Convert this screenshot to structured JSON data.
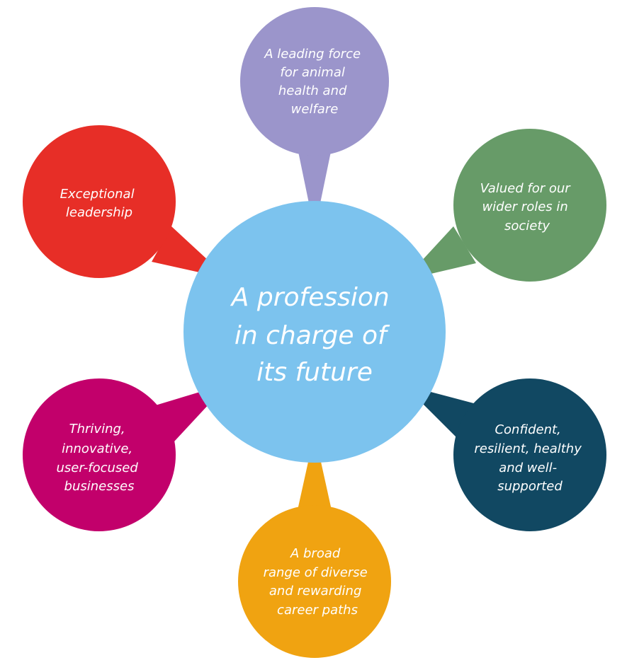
{
  "diagram": {
    "center": {
      "lines": [
        "A profession",
        "in charge of",
        "its future"
      ],
      "color": "#7cc3ee"
    },
    "bubbles": [
      {
        "id": "animal-health",
        "lines": [
          "A leading force",
          "for animal",
          "health and",
          "welfare"
        ],
        "color": "#9b95cb"
      },
      {
        "id": "wider-roles",
        "lines": [
          "Valued for our",
          "wider roles in",
          "society"
        ],
        "color": "#679b68"
      },
      {
        "id": "confident",
        "lines": [
          "Confident,",
          "resilient, healthy",
          "and well-",
          "supported"
        ],
        "color": "#114862"
      },
      {
        "id": "career-paths",
        "lines": [
          "A broad",
          "range of diverse",
          "and rewarding",
          "career paths"
        ],
        "color": "#f0a311"
      },
      {
        "id": "businesses",
        "lines": [
          "Thriving,",
          "innovative,",
          "user-focused",
          "businesses"
        ],
        "color": "#c2006b"
      },
      {
        "id": "leadership",
        "lines": [
          "Exceptional",
          "leadership"
        ],
        "color": "#e72e27"
      }
    ]
  }
}
